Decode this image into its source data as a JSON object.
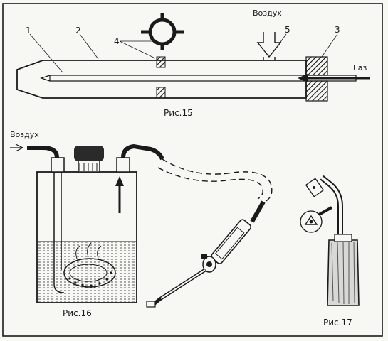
{
  "fig15": {
    "caption": "Рис.15",
    "labels": {
      "n1": "1",
      "n2": "2",
      "n3": "3",
      "n4": "4",
      "n5": "5",
      "air": "Воздух",
      "gas": "Газ"
    }
  },
  "fig16": {
    "caption": "Рис.16",
    "air": "Воздух"
  },
  "fig17": {
    "caption": "Рис.17"
  }
}
